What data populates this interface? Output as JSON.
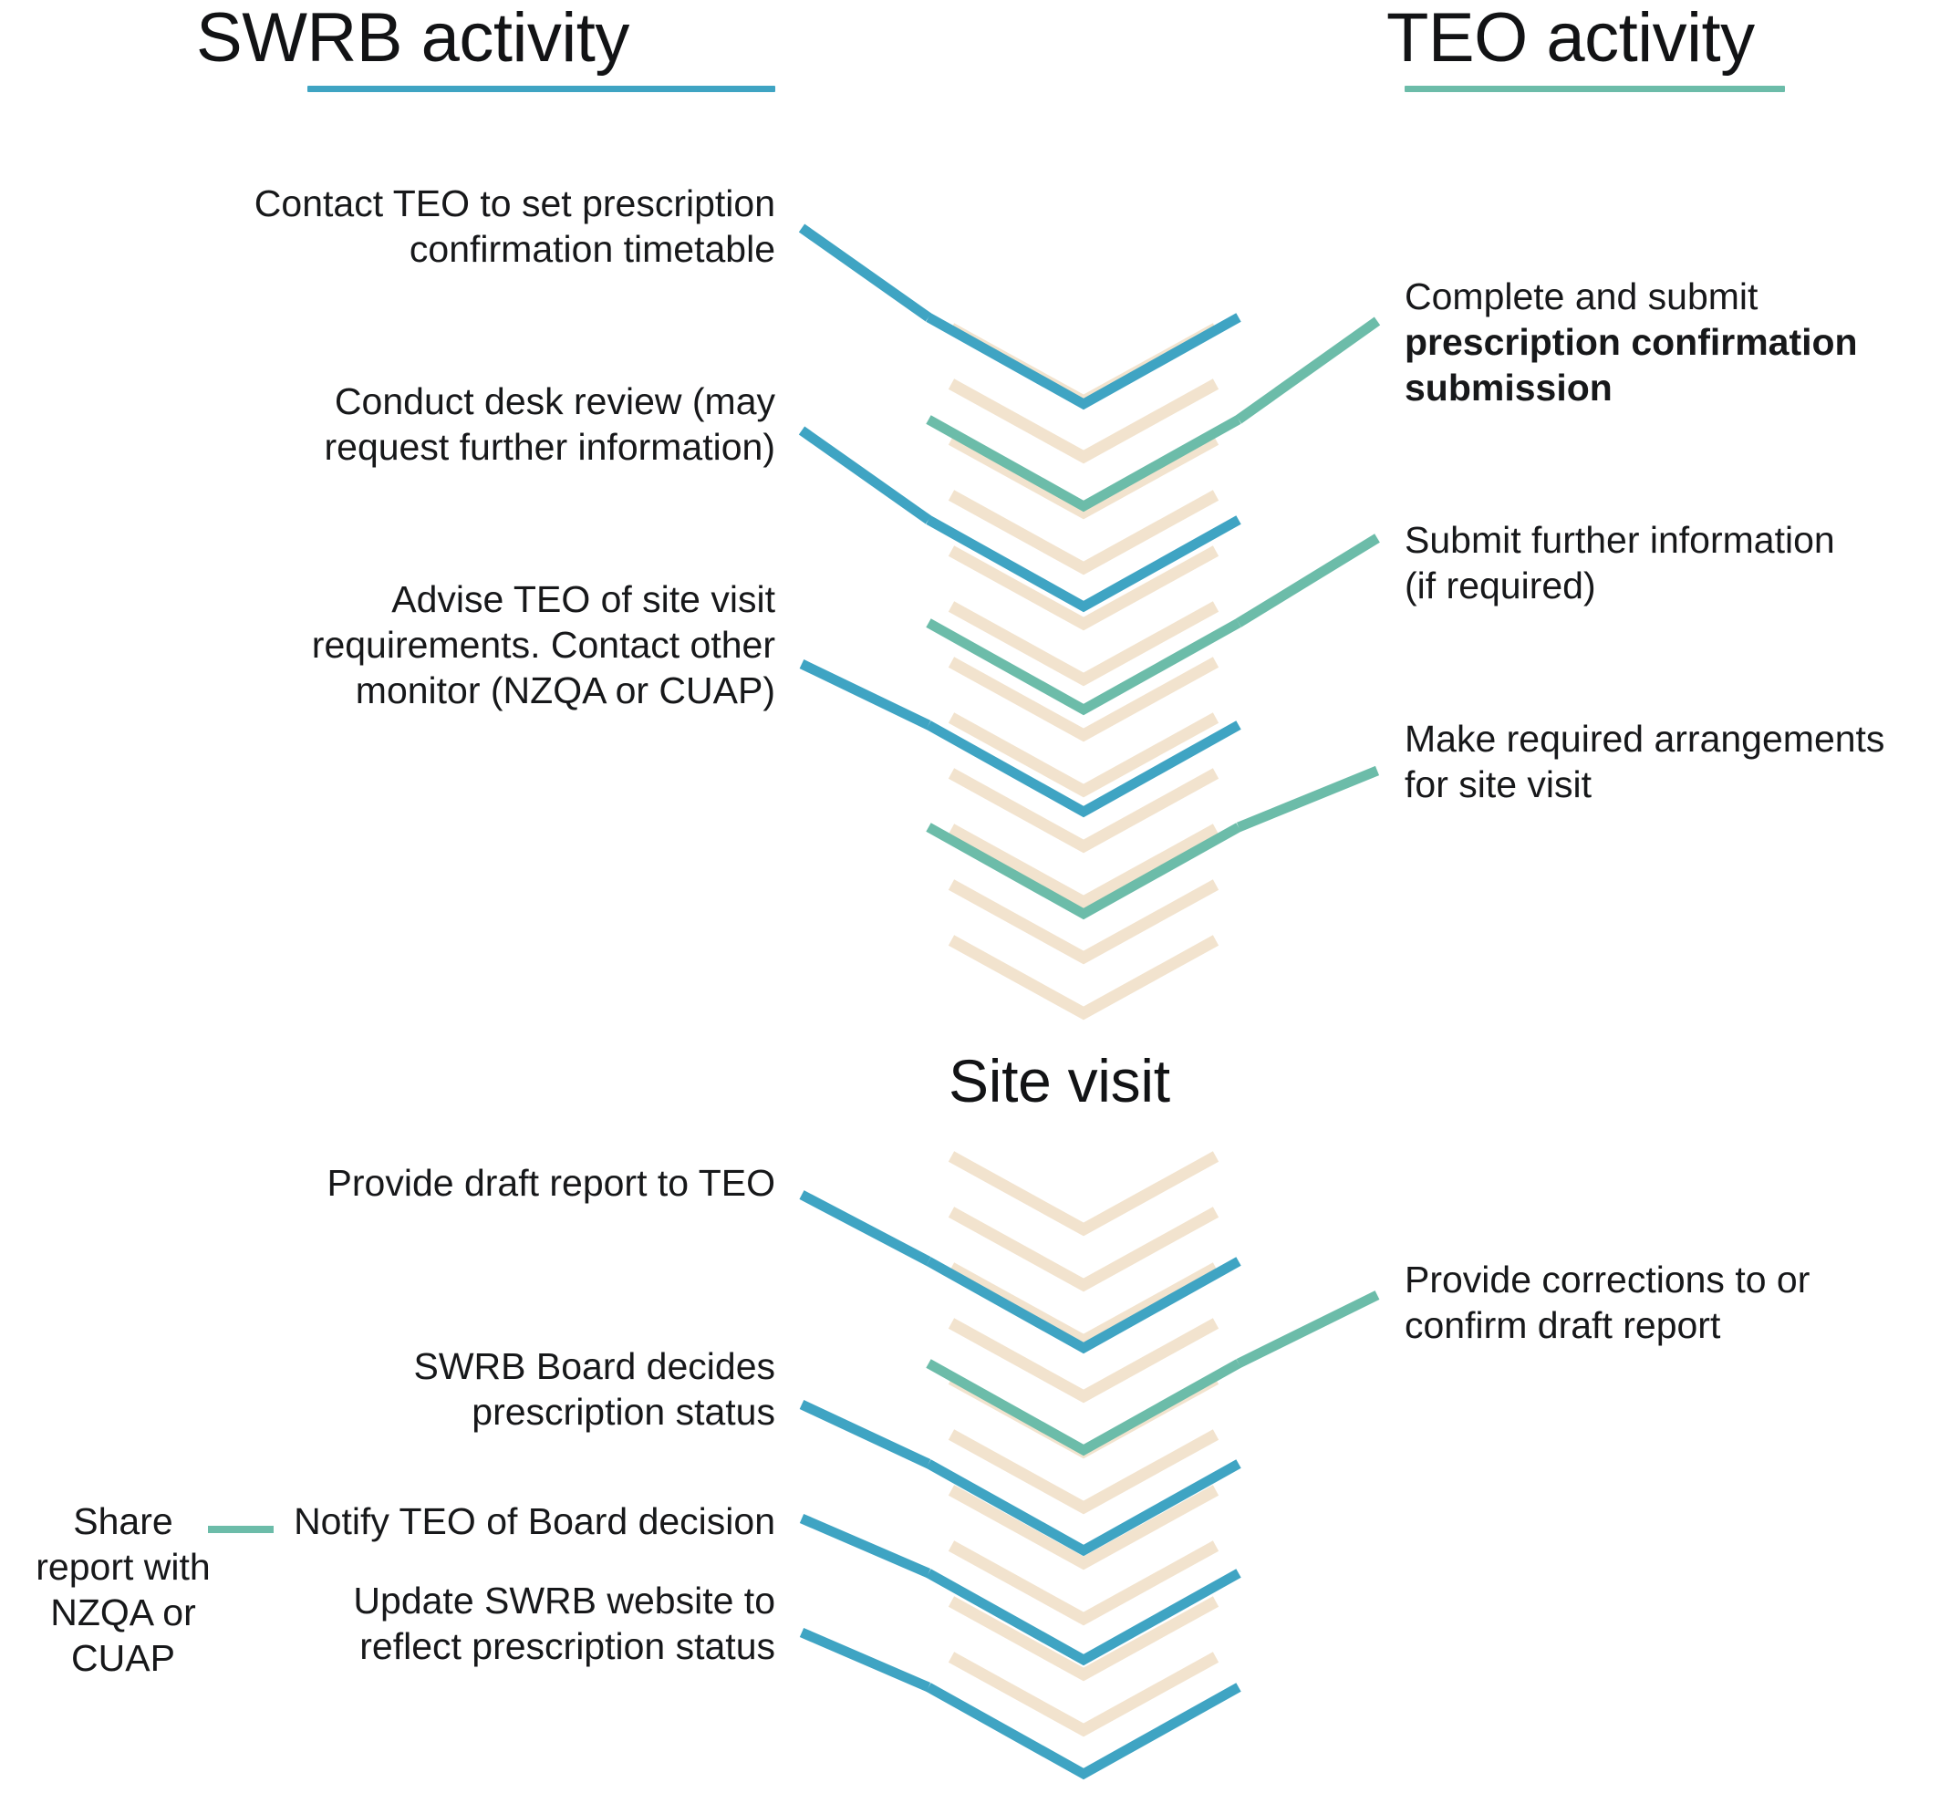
{
  "diagram": {
    "type": "process-flow-chevron",
    "title_left": "SWRB activity",
    "title_right": "TEO activity",
    "stage_label": "Site visit",
    "colors": {
      "swrb_blue": "#3FA4C3",
      "teo_teal": "#6CBCA9",
      "chevron_cream": "#F2E3CE",
      "text": "#17181a",
      "background": "#FFFFFF"
    }
  },
  "headers": {
    "left": {
      "label": "SWRB activity",
      "rule_color": "#3FA4C3"
    },
    "right": {
      "label": "TEO activity",
      "rule_color": "#6CBCA9"
    }
  },
  "stage": {
    "label": "Site visit"
  },
  "share_note": {
    "line1": "Share",
    "line2": "report with",
    "line3": "NZQA or",
    "line4": "CUAP",
    "connector_color": "#6CBCA9",
    "connects_to": "Notify TEO of Board decision"
  },
  "swrb_steps": [
    {
      "id": "swrb-1",
      "line1": "Contact TEO to set prescription",
      "line2": "confirmation timetable"
    },
    {
      "id": "swrb-2",
      "line1": "Conduct desk review (may",
      "line2": "request further information)"
    },
    {
      "id": "swrb-3",
      "line1": "Advise TEO of site visit",
      "line2": "requirements. Contact other",
      "line3": "monitor (NZQA or CUAP)"
    },
    {
      "id": "swrb-4",
      "line1": "Provide draft report to TEO"
    },
    {
      "id": "swrb-5",
      "line1": "SWRB Board decides",
      "line2": "prescription status"
    },
    {
      "id": "swrb-6",
      "line1": "Notify TEO of Board decision"
    },
    {
      "id": "swrb-7",
      "line1": "Update SWRB website to",
      "line2": "reflect prescription status"
    }
  ],
  "teo_steps": [
    {
      "id": "teo-1",
      "line1": "Complete and submit",
      "line2_bold": "prescription confirmation",
      "line3_bold": "submission"
    },
    {
      "id": "teo-2",
      "line1": "Submit further information",
      "line2": "(if required)"
    },
    {
      "id": "teo-3",
      "line1": "Make required arrangements",
      "line2": "for site visit"
    },
    {
      "id": "teo-4",
      "line1": "Provide corrections to or",
      "line2": "confirm draft report"
    }
  ]
}
